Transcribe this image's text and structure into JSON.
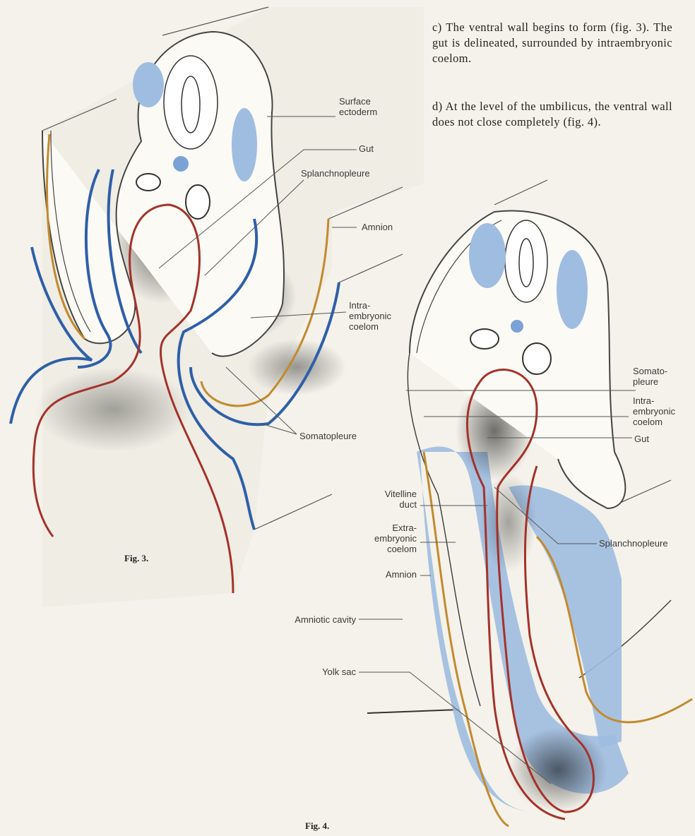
{
  "text": {
    "para_c": "c) The ventral wall begins to form (fig. 3). The gut is delineated, surrounded by intraembryonic coelom.",
    "para_d": "d) At the level of the umbilicus, the ventral wall does not close completely (fig. 4)."
  },
  "fig3": {
    "caption": "Fig. 3.",
    "labels": {
      "surface_ectoderm": "Surface\nectoderm",
      "gut": "Gut",
      "splanchnopleure": "Splanchnopleure",
      "amnion": "Amnion",
      "intraembryonic_coelom": "Intra-\nembryonic\ncoelom",
      "somatopleure": "Somatopleure"
    }
  },
  "fig4": {
    "caption": "Fig. 4.",
    "labels": {
      "somatopleure": "Somato-\npleure",
      "intraembryonic_coelom": "Intra-\nembryonic\ncoelom",
      "gut": "Gut",
      "vitelline_duct": "Vitelline\nduct",
      "extraembryonic_coelom": "Extra-\nembryonic\ncoelom",
      "amnion": "Amnion",
      "splanchnopleure": "Splanchnopleure",
      "amniotic_cavity": "Amniotic cavity",
      "yolk_sac": "Yolk sac"
    }
  },
  "colors": {
    "background": "#f4f2ea",
    "light_blue": "#9fbde0",
    "dark_blue": "#2f5fa8",
    "red": "#a4322a",
    "orange": "#c28a2e",
    "outline": "#444444"
  }
}
